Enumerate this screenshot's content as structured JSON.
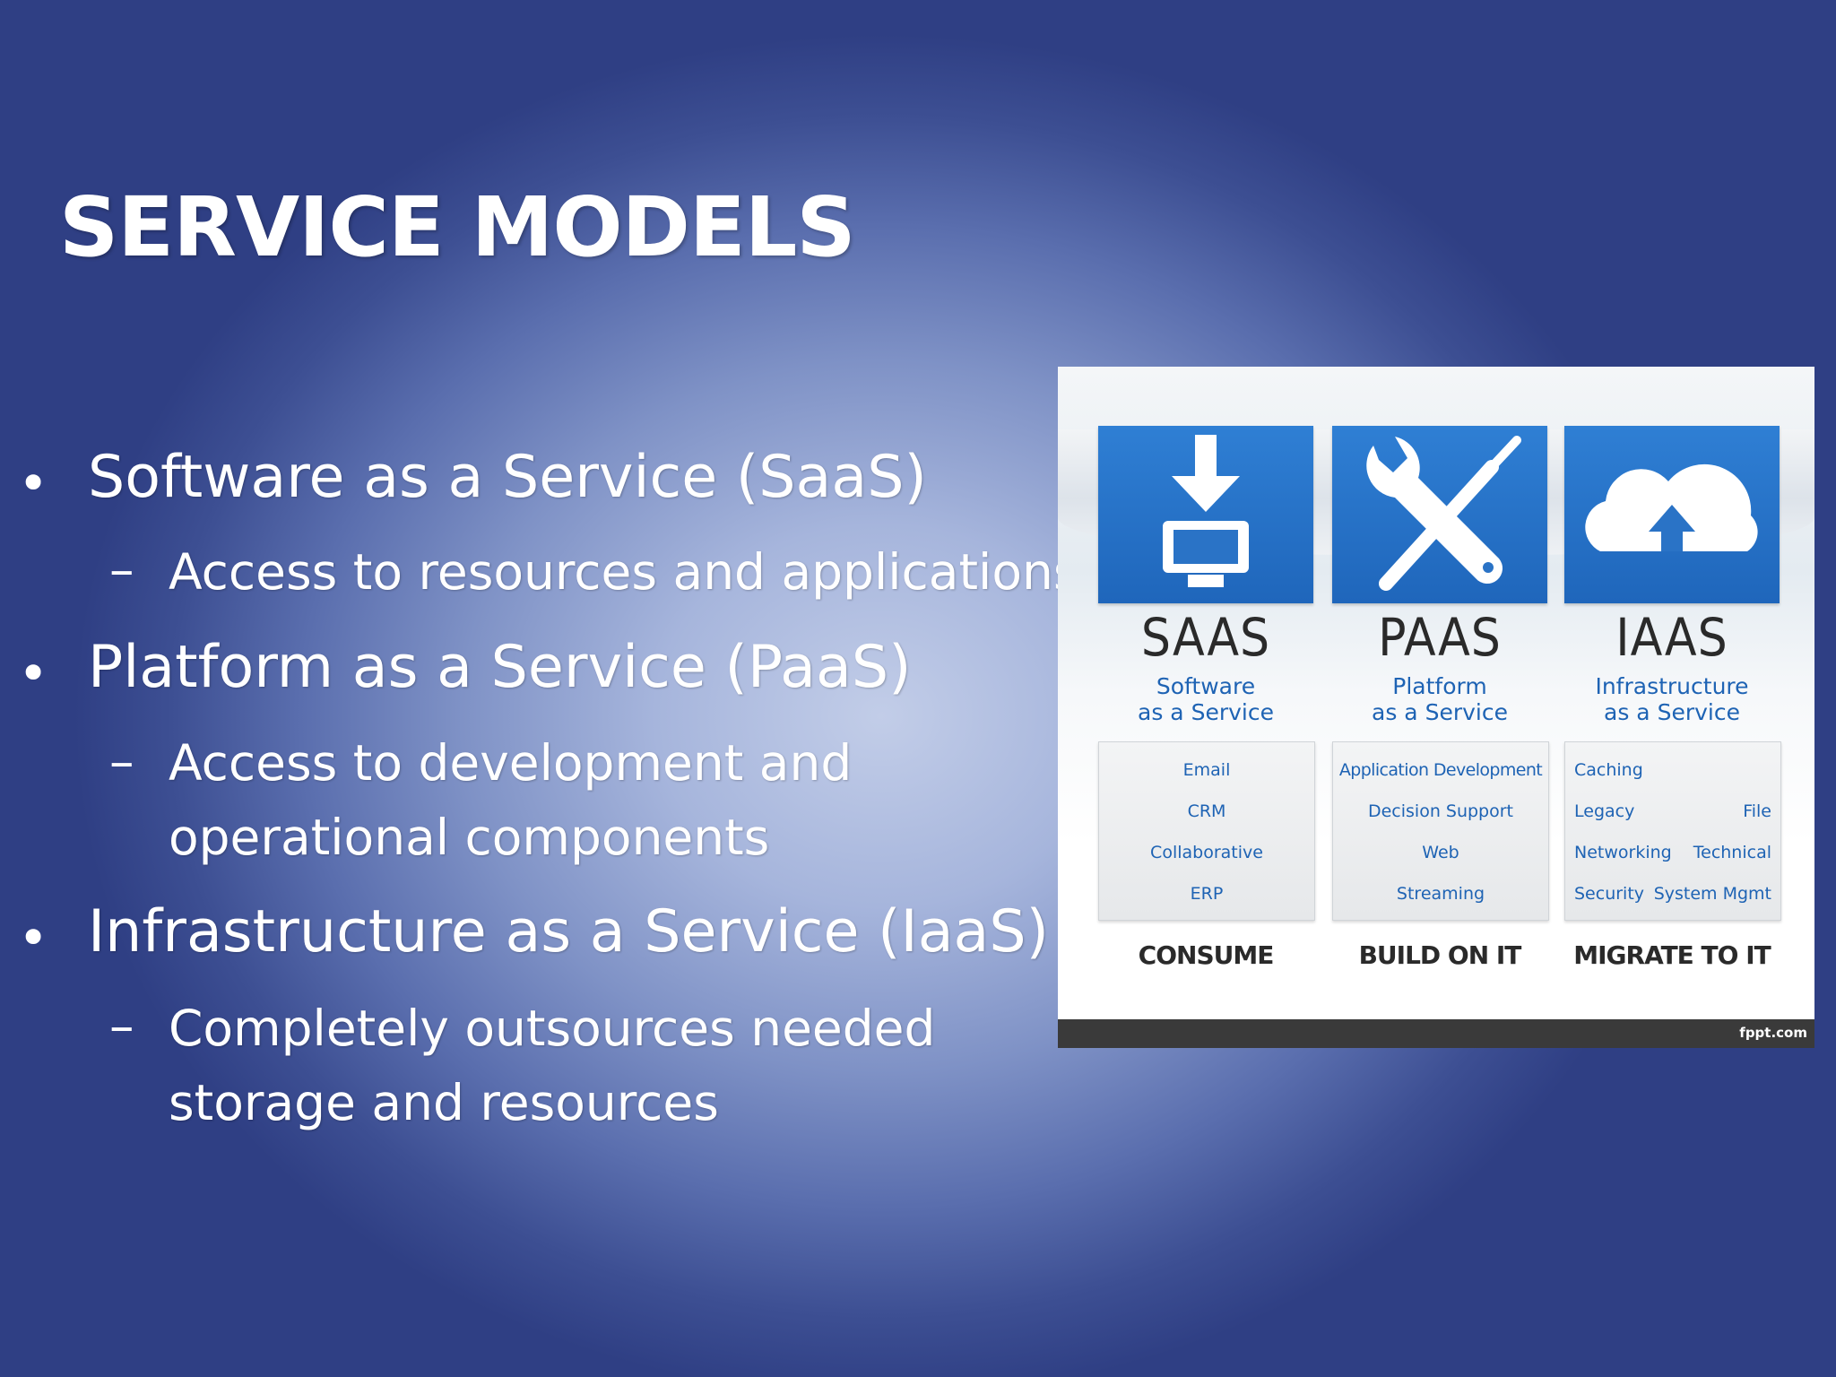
{
  "slide": {
    "title": "SERVICE MODELS",
    "bullets": [
      {
        "marker": "•",
        "text": "Software as a Service (SaaS)",
        "sub_marker": "–",
        "sub": [
          "Access to resources and applications"
        ]
      },
      {
        "marker": "•",
        "text": "Platform as a Service (PaaS)",
        "sub_marker": "–",
        "sub": [
          "Access to development and",
          "operational components"
        ]
      },
      {
        "marker": "•",
        "text": "Infrastructure as a Service (IaaS)",
        "sub_marker": "–",
        "sub": [
          "Completely outsources needed",
          "storage and resources"
        ]
      }
    ]
  },
  "figure": {
    "accent_color": "#1f66bb",
    "footer_text": "fppt.com",
    "columns": [
      {
        "icon": "download-monitor-icon",
        "abbr": "SAAS",
        "name_line1": "Software",
        "name_line2": "as a Service",
        "items": [
          "Email",
          "CRM",
          "Collaborative",
          "ERP"
        ],
        "verb": "CONSUME"
      },
      {
        "icon": "wrench-screwdriver-icon",
        "abbr": "PAAS",
        "name_line1": "Platform",
        "name_line2": "as a Service",
        "items": [
          "Application Development",
          "Decision Support",
          "Web",
          "Streaming"
        ],
        "verb": "BUILD ON IT"
      },
      {
        "icon": "cloud-upload-icon",
        "abbr": "IAAS",
        "name_line1": "Infrastructure",
        "name_line2": "as a Service",
        "items": [
          "Caching",
          "Legacy",
          "File",
          "Networking",
          "Technical",
          "Security",
          "System Mgmt"
        ],
        "verb": "MIGRATE TO IT"
      }
    ]
  }
}
